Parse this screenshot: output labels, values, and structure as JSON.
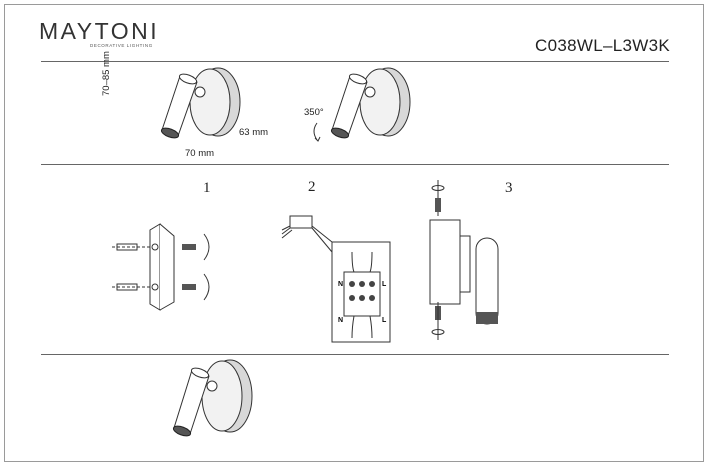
{
  "header": {
    "brand": "MAYTONI",
    "brand_tagline": "DECORATIVE LIGHTING",
    "model": "C038WL–L3W3K"
  },
  "dimensions": {
    "height": "70–85 mm",
    "width": "70 mm",
    "depth": "63 mm",
    "rotation": "350°"
  },
  "steps": [
    "1",
    "2",
    "3"
  ],
  "wiring": {
    "neutral": "N",
    "live": "L"
  }
}
